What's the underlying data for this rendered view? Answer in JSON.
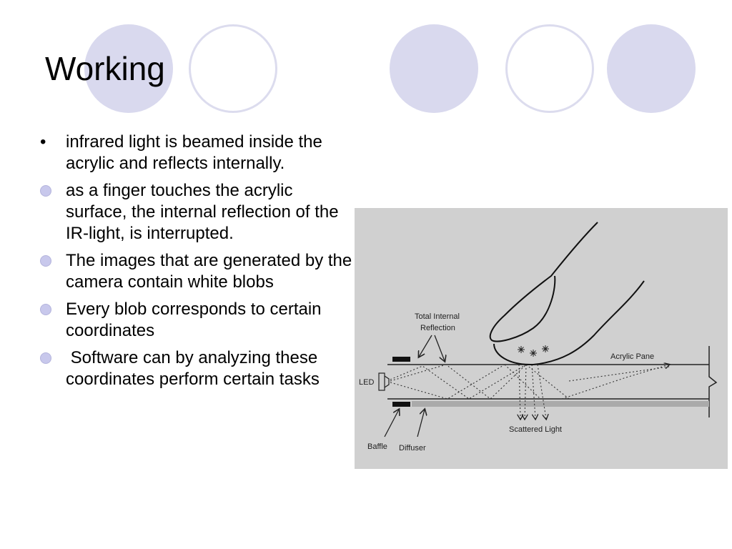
{
  "slide": {
    "title": "Working"
  },
  "bullets": [
    {
      "marker": "dot",
      "text": "infrared light is beamed inside the acrylic and reflects internally."
    },
    {
      "marker": "circle",
      "text": "as a finger touches the acrylic surface, the internal reflection of the IR-light, is interrupted."
    },
    {
      "marker": "circle",
      "text": "The images that are generated by the camera contain white blobs"
    },
    {
      "marker": "circle",
      "text": "Every blob corresponds to certain coordinates"
    },
    {
      "marker": "circle",
      "text": " Software can by analyzing these coordinates perform certain tasks"
    }
  ],
  "diagram": {
    "labels": {
      "total_internal_reflection_line1": "Total Internal",
      "total_internal_reflection_line2": "Reflection",
      "acrylic_pane": "Acrylic Pane",
      "led": "LED",
      "scattered_light": "Scattered Light",
      "baffle": "Baffle",
      "diffuser": "Diffuser"
    }
  },
  "colors": {
    "decor_filled": "#d9d9ee",
    "decor_ring": "#dcdcee",
    "bullet_circle": "#c8c8ec",
    "diagram_background": "#d0d0d0"
  }
}
